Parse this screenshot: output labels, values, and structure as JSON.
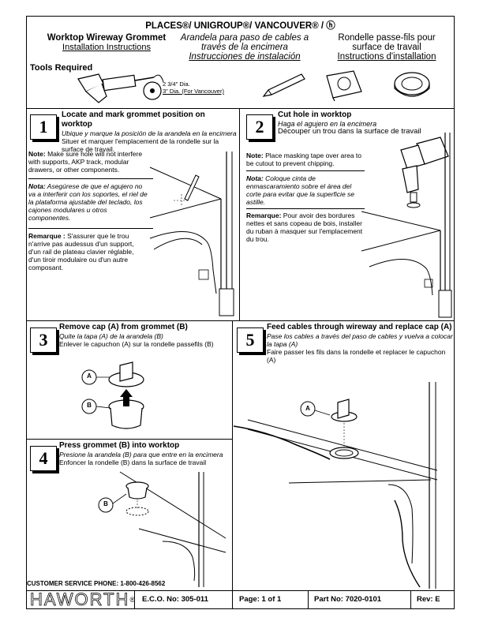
{
  "header": {
    "title": "PLACES®/ UNIGROUP®/ VANCOUVER® / ⓗ",
    "en_title": "Worktop Wireway Grommet",
    "en_sub": "Installation Instructions",
    "es_title_1": "Arandela para paso de cables a",
    "es_title_2": "través de la encimera",
    "es_sub": "Instrucciones de instalación",
    "fr_title_1": "Rondelle passe-fils pour",
    "fr_title_2": "surface de travail",
    "fr_sub": "Instructions d'installation"
  },
  "tools": {
    "label": "Tools Required",
    "dia_1": "2 3/4\" Dia.",
    "dia_2": "3\" Dia. (For Vancouver)"
  },
  "steps": [
    {
      "num": "1",
      "en": "Locate and mark grommet position on worktop",
      "es": "Ubique y marque la posición de la arandela en la encimera",
      "fr": "Situer et marquer l'emplacement de la rondelle sur la surface de travail.",
      "note_en_label": "Note:",
      "note_en": " Make sure hole will not interfere with supports, AKP track, modular drawers, or other components.",
      "note_es_label": "Nota:",
      "note_es": " Asegúrese de que el agujero no va a interferir con los soportes, el riel de la plataforma ajustable del teclado, los cajones modulares u otros componentes.",
      "note_fr_label": "Remarque :",
      "note_fr": " S'assurer que le trou n'arrive pas audessus d'un support, d'un rail de plateau clavier réglable, d'un tiroir modulaire ou d'un autre composant."
    },
    {
      "num": "2",
      "en": "Cut hole in worktop",
      "es": "Haga el agujero en la encimera",
      "fr": "Découper un trou dans la surface de travail",
      "note_en_label": "Note:",
      "note_en": " Place masking tape over area to be cutout to prevent chipping.",
      "note_es_label": "Nota:",
      "note_es": " Coloque cinta de enmascaramiento sobre el área del corte para evitar que la superficie se astille.",
      "note_fr_label": "Remarque:",
      "note_fr": " Pour avoir des bordures nettes et sans copeau de bois, installer du ruban à masquer sur l'emplacement du trou."
    },
    {
      "num": "3",
      "en": "Remove cap (A) from grommet (B)",
      "es": "Quite la tapa (A) de la arandela (B)",
      "fr": "Enlever le capuchon (A) sur la rondelle passefils (B)"
    },
    {
      "num": "4",
      "en": "Press grommet (B) into worktop",
      "es": "Presione la arandela (B) para que entre en la encimera",
      "fr": "Enfoncer la rondelle (B) dans la surface de travail"
    },
    {
      "num": "5",
      "en": "Feed cables through wireway and replace cap (A)",
      "es": "Pase los cables a través del paso de cables y vuelva a colocar la tapa (A)",
      "fr": "Faire passer les fils dans la rondelle et replacer le capuchon (A)"
    }
  ],
  "callouts": {
    "a": "A",
    "b": "B"
  },
  "footer": {
    "phone": "CUSTOMER SERVICE PHONE: 1-800-426-8562",
    "brand": "HAWORTH",
    "brand_mark": "®",
    "eco": "E.C.O. No:  305-011",
    "page": "Page:  1 of 1",
    "part": "Part No:  7020-0101",
    "rev": "Rev:  E"
  }
}
